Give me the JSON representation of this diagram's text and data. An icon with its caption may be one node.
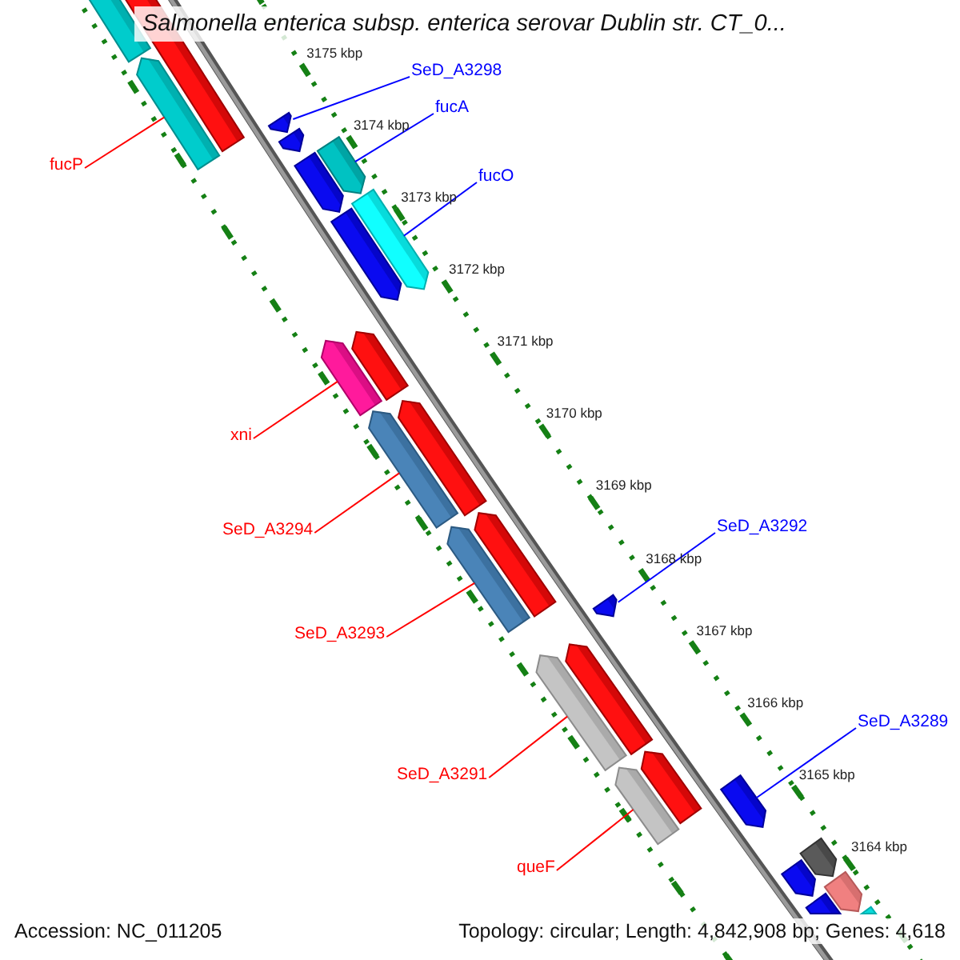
{
  "diagram": {
    "title": "Salmonella enterica subsp. enterica serovar Dublin str. CT_0...",
    "nodes": [
      {
        "text": [
          "SeD_A3298"
        ]
      },
      {
        "text": [],
        "shape": "bar"
      },
      {
        "text": [
          "fucA"
        ]
      },
      {
        "text": [],
        "shape": "bar"
      },
      {
        "text": [
          "fucO"
        ]
      },
      {
        "text": [],
        "shape": "bar"
      },
      {
        "text": [
          "fucP"
        ]
      },
      {
        "text": [],
        "shape": "bar"
      },
      {
        "text": [
          "xni"
        ]
      },
      {
        "text": [],
        "shape": "bar"
      },
      {
        "text": [
          "SeD_A3294"
        ]
      },
      {
        "text": [],
        "shape": "bar"
      },
      {
        "text": [
          "SeD_A3292"
        ]
      },
      {
        "text": [],
        "shape": "bar"
      },
      {
        "text": [
          "SeD_A3293"
        ]
      },
      {
        "text": [],
        "shape": "bar"
      },
      {
        "text": [
          "SeD_A3289"
        ]
      },
      {
        "text": [],
        "shape": "bar"
      },
      {
        "text": [
          "SeD_A3291"
        ]
      },
      {
        "text": [],
        "shape": "bar"
      },
      {
        "text": [
          "queF"
        ]
      },
      {
        "text": [],
        "shape": "bar"
      },
      {
        "text": [],
        "shape": "bar"
      },
      {
        "text": [],
        "shape": "bar"
      },
      {
        "text": [],
        "shape": "bar"
      },
      {
        "text": [],
        "shape": "bar"
      },
      {
        "text": [],
        "shape": "bar"
      },
      {
        "text": [],
        "shape": "bar"
      },
      {
        "text": [],
        "shape": "bar"
      },
      {
        "text": [],
        "shape": "bar"
      },
      {
        "text": [],
        "shape": "bar"
      },
      {
        "text": [],
        "shape": "bar"
      },
      {
        "text": [],
        "shape": "bar"
      },
      {
        "text": [],
        "shape": "bar"
      },
      {
        "text": [],
        "shape": "bar"
      },
      {
        "text": [],
        "shape": "bar"
      },
      {
        "text": [],
        "shape": "bar"
      }
    ],
    "edges": [
      {
        "from": 0,
        "to": 1,
        "arrow": "none",
        "color": "#0000ff"
      },
      {
        "from": 2,
        "to": 3,
        "arrow": "none",
        "color": "#0000ff"
      },
      {
        "from": 4,
        "to": 5,
        "arrow": "none",
        "color": "#0000ff"
      },
      {
        "from": 6,
        "to": 7,
        "arrow": "none"
      },
      {
        "from": 8,
        "to": 9,
        "arrow": "none"
      },
      {
        "from": 10,
        "to": 11,
        "arrow": "none"
      },
      {
        "from": 12,
        "to": 13,
        "arrow": "none",
        "color": "#0000ff"
      },
      {
        "from": 14,
        "to": 15,
        "arrow": "none"
      },
      {
        "from": 16,
        "to": 17,
        "arrow": "none",
        "color": "#0000ff"
      },
      {
        "from": 18,
        "to": 19,
        "arrow": "none"
      },
      {
        "from": 20,
        "to": 21,
        "arrow": "none"
      }
    ],
    "labels": [
      "3175 kbp",
      "3174 kbp",
      "3173 kbp",
      "3172 kbp",
      "3171 kbp",
      "3170 kbp",
      "3169 kbp",
      "3168 kbp",
      "3167 kbp",
      "3166 kbp",
      "3165 kbp",
      "3164 kbp",
      "Accession: NC_011205",
      "Topology: circular; Length: 4,842,908 bp; Genes: 4,618"
    ]
  }
}
